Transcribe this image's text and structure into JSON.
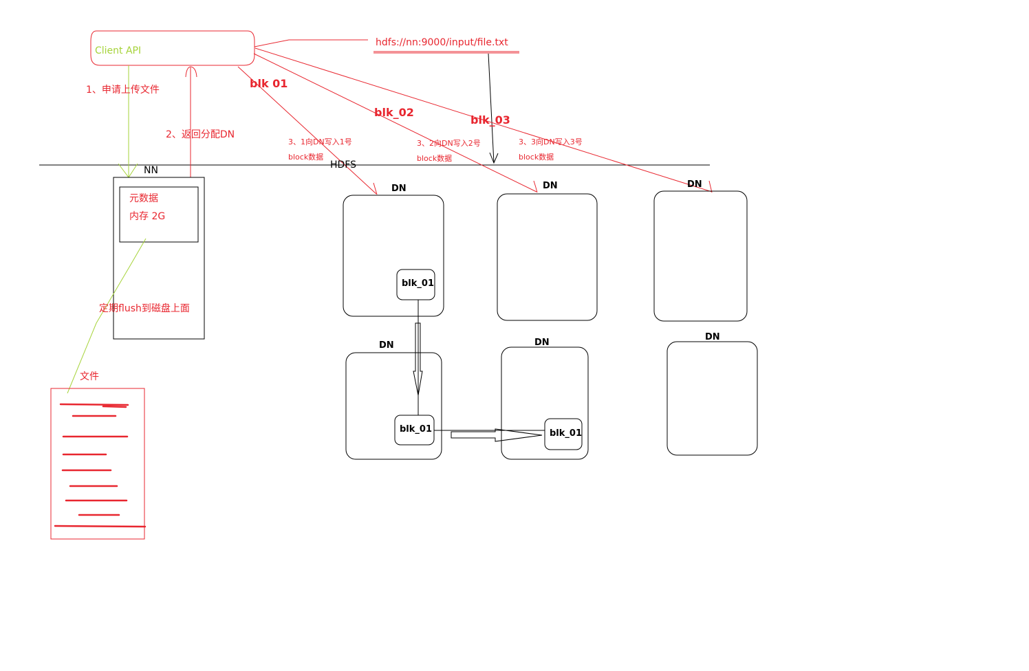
{
  "labels": {
    "client_api": "Client API",
    "url": "hdfs://nn:9000/input/file.txt",
    "step1": "1、申请上传文件",
    "step2": "2、返回分配DN",
    "nn": "NN",
    "hdfs": "HDFS",
    "metadata": "元数据",
    "memory": "内存 2G",
    "flush": "定期flush到磁盘上面",
    "file": "文件",
    "blk01_head": "blk 01",
    "blk02_head": "blk_02",
    "blk03_head": "blk_03",
    "step3_1_a": "3、1向DN写入1号",
    "step3_1_b": "block数据",
    "step3_2_a": "3、2向DN写入2号",
    "step3_2_b": "block数据",
    "step3_3_a": "3、3向DN写入3号",
    "step3_3_b": "block数据",
    "dn": "DN",
    "blk_01": "blk_01"
  },
  "colors": {
    "red": "#e8262f",
    "green": "#a6d33a",
    "black": "#000000"
  }
}
